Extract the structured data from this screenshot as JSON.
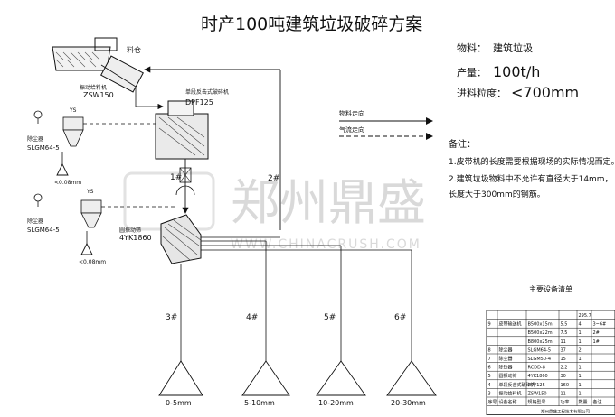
{
  "title": "时产100吨建筑垃圾破碎方案",
  "info": {
    "material_label": "物料：",
    "material_value": "建筑垃圾",
    "capacity_label": "产量：",
    "capacity_value": "100t/h",
    "feed_label": "进料粒度：",
    "feed_value": "<700mm"
  },
  "legend": {
    "material_flow": "物料走向",
    "air_flow": "气流走向"
  },
  "notes": {
    "heading": "备注：",
    "line1": "1.皮带机的长度需要根据现场的实际情况而定。",
    "line2a": "2.建筑垃圾物料中不允许有直径大于14mm，",
    "line2b": "长度大于300mm的钢筋。"
  },
  "equipment": {
    "silo": "料仓",
    "feeder_cn": "振动给料机",
    "feeder_model": "ZSW150",
    "crusher_cn": "单段反击式破碎机",
    "crusher_model": "DPF125",
    "dust1_cn": "除尘器",
    "dust1_model": "SLGM64-5",
    "dust2_cn": "除尘器",
    "dust2_model": "SLGM64-5",
    "screen_cn": "圆振动筛",
    "screen_model": "4YK1860",
    "pressure1": "<0.08mm",
    "pressure2": "<0.08mm",
    "ys1": "YS",
    "ys2": "YS",
    "belt1": "1#",
    "belt2": "2#"
  },
  "outputs": [
    {
      "belt": "3#",
      "size": "0-5mm"
    },
    {
      "belt": "4#",
      "size": "5-10mm"
    },
    {
      "belt": "5#",
      "size": "10-20mm"
    },
    {
      "belt": "6#",
      "size": "20-30mm"
    }
  ],
  "watermark": {
    "cn": "郑州鼎盛",
    "url": "WWW.CHINACRUSH.COM"
  },
  "table": {
    "title": "主要设备清单",
    "rows": [
      [
        "",
        "",
        "",
        "",
        "295.7",
        "",
        ""
      ],
      [
        "9",
        "皮带输送机",
        "B500x15m",
        "5.5",
        "4",
        "3~6#"
      ],
      [
        "",
        "",
        "B500x22m",
        "7.5",
        "1",
        "2#"
      ],
      [
        "",
        "",
        "B800x25m",
        "11",
        "1",
        "1#"
      ],
      [
        "8",
        "除尘器",
        "SLGM64-5",
        "37",
        "2",
        ""
      ],
      [
        "7",
        "除尘器",
        "SLGM50-4",
        "15",
        "1",
        ""
      ],
      [
        "6",
        "除铁器",
        "RCDD-8",
        "2.2",
        "1",
        ""
      ],
      [
        "5",
        "圆振动筛",
        "4YK1860",
        "30",
        "1",
        ""
      ],
      [
        "4",
        "单段反击式破碎机",
        "DPF125",
        "160",
        "1",
        ""
      ],
      [
        "3",
        "振动给料机",
        "ZSW150",
        "11",
        "1",
        ""
      ],
      [
        "序号",
        "设备名称",
        "规格型号",
        "功率",
        "数量",
        "备注"
      ]
    ],
    "footer": "郑州鼎盛工程技术有限公司"
  }
}
